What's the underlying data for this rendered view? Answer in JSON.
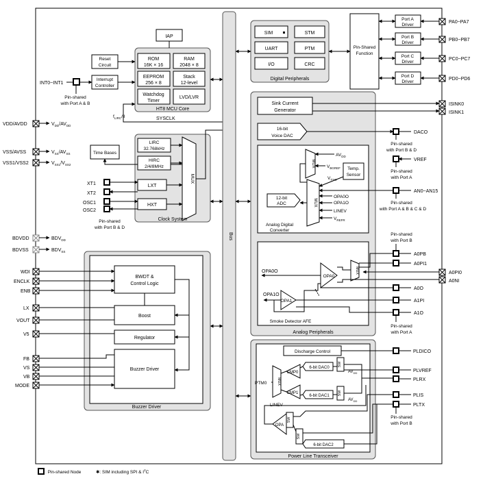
{
  "blocks": {
    "iap": "IAP",
    "reset": [
      "Reset",
      "Circuit"
    ],
    "interrupt": [
      "Interrupt",
      "Controller"
    ],
    "rom": [
      "ROM",
      "16K × 16"
    ],
    "ram": [
      "RAM",
      "2048 × 8"
    ],
    "eeprom": [
      "EEPROM",
      "256 × 8"
    ],
    "stack": [
      "Stack",
      "12-level"
    ],
    "watchdog": [
      "Watchdog",
      "Timer"
    ],
    "lvd": "LVD/LVR",
    "mcu_core": "HT8 MCU Core",
    "sim": "SIM",
    "stm": "STM",
    "uart": "UART",
    "ptm": "PTM",
    "io": "I/O",
    "crc": "CRC",
    "digital_peripherals": "Digital Peripherals",
    "pin_shared_function": [
      "Pin-Shared",
      "Function"
    ],
    "port_a_driver": [
      "Port A",
      "Driver"
    ],
    "port_b_driver": [
      "Port B",
      "Driver"
    ],
    "port_c_driver": [
      "Port C",
      "Driver"
    ],
    "port_d_driver": [
      "Port D",
      "Driver"
    ],
    "time_bases": "Time Bases",
    "lirc": [
      "LIRC",
      "32.768kHz"
    ],
    "hirc": [
      "HIRC",
      "2/4/8MHz"
    ],
    "lxt": "LXT",
    "hxt": "HXT",
    "mux": "MUX",
    "clock_system": "Clock System",
    "bus": "Bus",
    "sink_current": [
      "Sink Current",
      "Generator"
    ],
    "voice_dac": [
      "16-bit",
      "Voice DAC"
    ],
    "temp_sensor": [
      "Temp.",
      "Sensor"
    ],
    "adc": [
      "12-bit",
      "ADC"
    ],
    "analog_digital_converter": [
      "Analog Digital",
      "Converter"
    ],
    "smoke_detector": "Smoke Detector AFE",
    "analog_peripherals": "Analog Peripherals",
    "bwdt": [
      "BWDT &",
      "Control Logic"
    ],
    "boost": "Boost",
    "regulator": "Regulator",
    "buzzer_driver": "Buzzer Driver",
    "buzzer_driver_group": "Buzzer Driver",
    "discharge_control": "Discharge Control",
    "dac0": "6-bit DAC0",
    "dac1": "6-bit DAC1",
    "dac2": "6-bit DAC2",
    "cmp0": "CMP0",
    "cmp1": "CMP1",
    "opa": "OPA",
    "opa0": "OPA0",
    "opa1": "OPA1",
    "sw": "SW",
    "power_line_transceiver": "Power Line Transceiver"
  },
  "signals": {
    "sysclk": "SYSCLK",
    "flirc": "f",
    "flirc_sub": "LIRC",
    "flirc_suffix": "/8",
    "avdd": "AV",
    "avdd_sub": "DD",
    "vbgref": "V",
    "vbgref_sub": "BGREF",
    "vtso": "V",
    "vtso_sub": "TSO",
    "opa0o_int": "OPA0O",
    "opa1o_int": "OPA1O",
    "linev": "LINEV",
    "vrefr": "V",
    "vrefr_sub": "REFR",
    "opa0o": "OPA0O",
    "opa1o": "OPA1O",
    "ptm0": "PTM0",
    "linev_plt": "LINEV",
    "av_plt": "AV",
    "av_plt_sub": "DD"
  },
  "left_pins": {
    "int": "INT0~INT1",
    "int_note": [
      "Pin-shared",
      "with Port A & B"
    ],
    "vdd": "VDD/AVDD",
    "vdd_to": "V",
    "vdd_to_sub": "DD",
    "vdd_to_mid": "/AV",
    "vdd_to_sub2": "DD",
    "vss": "VSS/AVSS",
    "vss_to": "V",
    "vss_to_sub": "SS",
    "vss_to_mid": "/AV",
    "vss_to_sub2": "SS",
    "vss1": "VSS1/VSS2",
    "vss1_to": "V",
    "vss1_to_sub": "SS1",
    "vss1_to_mid": "/V",
    "vss1_to_sub2": "SS2",
    "xt1": "XT1",
    "xt2": "XT2",
    "osc1": "OSC1",
    "osc2": "OSC2",
    "osc_note": [
      "Pin-shared",
      "with Port B & D"
    ],
    "bdvdd": "BDVDD",
    "bdvdd_to": "BDV",
    "bdvdd_to_sub": "DD",
    "bdvss": "BDVSS",
    "bdvss_to": "BDV",
    "bdvss_to_sub": "SS",
    "wdi": "WDI",
    "enclk": "ENCLK",
    "enb": "ENB",
    "lx": "LX",
    "vout": "VOUT",
    "v5": "V5",
    "fb": "FB",
    "vs": "VS",
    "vb": "VB",
    "mode": "MODE"
  },
  "right_pins": {
    "pa": "PA0~PA7",
    "pb": "PB0~PB7",
    "pc": "PC0~PC7",
    "pd": "PD0~PD6",
    "isink0": "ISINK0",
    "isink1": "ISINK1",
    "daco": "DACO",
    "daco_note": [
      "Pin-shared",
      "with Port  B & D"
    ],
    "vref": "VREF",
    "vref_note": [
      "Pin-shared",
      "with Port A"
    ],
    "an": "AN0~AN15",
    "an_note": [
      "Pin-shared",
      "with Port A & B & C & D"
    ],
    "a0pb_note": [
      "Pin-shared",
      "with Port B"
    ],
    "a0pb": "A0PB",
    "a0pi1": "A0PI1",
    "a0pi0": "A0PI0",
    "a0ni": "A0NI",
    "a0o": "A0O",
    "a1pi": "A1PI",
    "a1o": "A1O",
    "a1_note": [
      "Pin-shared",
      "with Port A"
    ],
    "pldico": "PLDICO",
    "plvref": "PLVREF",
    "plrx": "PLRX",
    "plis": "PLIS",
    "pltx": "PLTX",
    "pl_note": [
      "Pin-shared",
      "with Port B"
    ]
  },
  "legend": {
    "node": ": Pin-shared Node",
    "sim": "✱: SIM including SPI & I",
    "sim_sup": "2",
    "sim_end": "C"
  }
}
